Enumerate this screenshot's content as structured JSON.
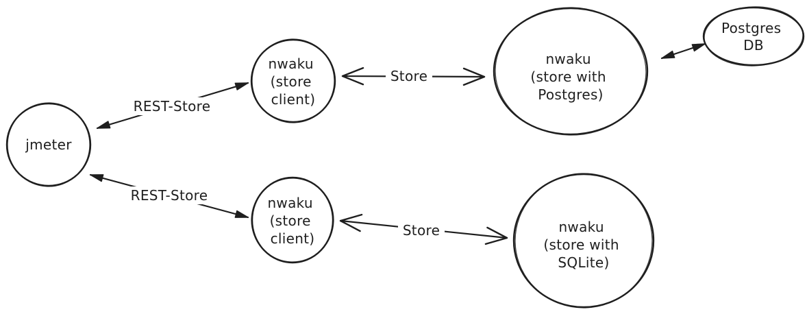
{
  "diagram": {
    "title": "",
    "colors": {
      "stroke": "#1e1e1e",
      "background": "#ffffff"
    },
    "style": "hand-drawn-whiteboard",
    "nodes": [
      {
        "id": "jmeter",
        "shape": "circle",
        "lines": [
          "jmeter"
        ]
      },
      {
        "id": "nwaku-store-client-top",
        "shape": "circle",
        "lines": [
          "nwaku",
          "(store",
          "client)"
        ]
      },
      {
        "id": "nwaku-store-postgres",
        "shape": "ellipse",
        "lines": [
          "nwaku",
          "(store with",
          "Postgres)"
        ]
      },
      {
        "id": "postgres-db",
        "shape": "ellipse",
        "lines": [
          "Postgres",
          "DB"
        ]
      },
      {
        "id": "nwaku-store-client-bottom",
        "shape": "circle",
        "lines": [
          "nwaku",
          "(store",
          "client)"
        ]
      },
      {
        "id": "nwaku-store-sqlite",
        "shape": "circle",
        "lines": [
          "nwaku",
          "(store with",
          "SQLite)"
        ]
      }
    ],
    "edges": [
      {
        "id": "rest-store-top",
        "label": "REST-Store",
        "from": "jmeter",
        "to": "nwaku-store-client-top",
        "direction": "bidirectional",
        "arrowhead": "triangle"
      },
      {
        "id": "store-top",
        "label": "Store",
        "from": "nwaku-store-client-top",
        "to": "nwaku-store-postgres",
        "direction": "bidirectional",
        "arrowhead": "chevron"
      },
      {
        "id": "postgres-db-link",
        "label": "",
        "from": "nwaku-store-postgres",
        "to": "postgres-db",
        "direction": "bidirectional",
        "arrowhead": "triangle"
      },
      {
        "id": "rest-store-bottom",
        "label": "REST-Store",
        "from": "jmeter",
        "to": "nwaku-store-client-bottom",
        "direction": "bidirectional",
        "arrowhead": "triangle"
      },
      {
        "id": "store-bottom",
        "label": "Store",
        "from": "nwaku-store-client-bottom",
        "to": "nwaku-store-sqlite",
        "direction": "bidirectional",
        "arrowhead": "chevron"
      }
    ]
  }
}
